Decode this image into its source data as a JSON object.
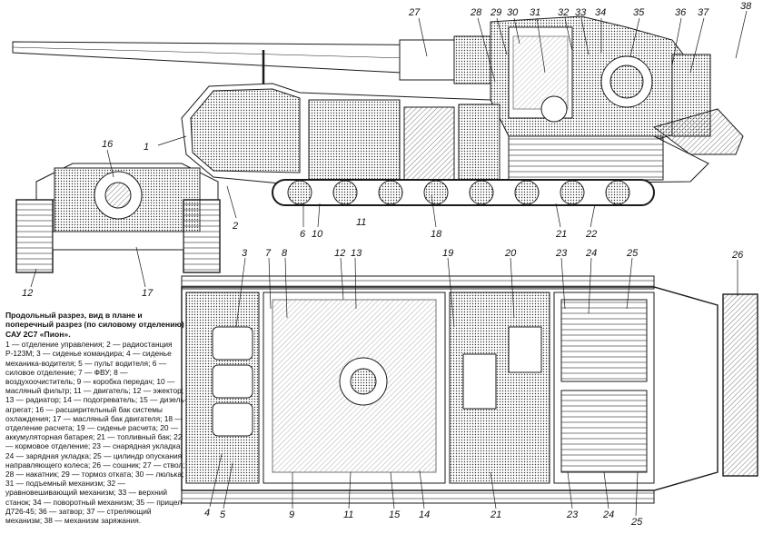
{
  "caption": {
    "title": "Продольный разрез, вид в плане и поперечный разрез (по силовому отделению) САУ 2С7 «Пион».",
    "legend": "1 — отделение управления; 2 — радиостанция Р-123М; 3 — сиденье командира; 4 — сиденье механика-водителя; 5 — пульт водителя; 6 — силовое отделение; 7 — ФВУ; 8 — воздухоочиститель; 9 — коробка передач; 10 — масляный фильтр; 11 — двигатель; 12 — эжектор; 13 — радиатор; 14 — подогреватель; 15 — дизель-агрегат; 16 — расширительный бак системы охлаждения; 17 — масляный бак двигателя; 18 — отделение расчета; 19 — сиденье расчета; 20 — аккумуляторная батарея; 21 — топливный бак; 22 — кормовое отделение; 23 — снарядная укладка; 24 — зарядная укладка; 25 — цилиндр опускания направляющего колеса; 26 — сошник; 27 — ствол; 28 — накатник; 29 — тормоз отката; 30 — люлька; 31 — подъемный механизм; 32 — уравновешивающий механизм; 33 — верхний станок; 34 — поворотный механизм; 35 — прицел Д726-45; 36 — затвор; 37 — стреляющий механизм; 38 — механизм заряжания."
  },
  "callouts": [
    {
      "id": "27",
      "label": "27"
    },
    {
      "id": "28",
      "label": "28"
    },
    {
      "id": "29",
      "label": "29"
    },
    {
      "id": "30",
      "label": "30"
    },
    {
      "id": "31",
      "label": "31"
    },
    {
      "id": "32",
      "label": "32"
    },
    {
      "id": "33",
      "label": "33"
    },
    {
      "id": "34",
      "label": "34"
    },
    {
      "id": "35",
      "label": "35"
    },
    {
      "id": "36",
      "label": "36"
    },
    {
      "id": "37",
      "label": "37"
    },
    {
      "id": "38",
      "label": "38"
    },
    {
      "id": "1",
      "label": "1"
    },
    {
      "id": "16",
      "label": "16"
    },
    {
      "id": "2",
      "label": "2"
    },
    {
      "id": "6",
      "label": "6"
    },
    {
      "id": "10",
      "label": "10"
    },
    {
      "id": "11t",
      "label": "11"
    },
    {
      "id": "18",
      "label": "18"
    },
    {
      "id": "21t",
      "label": "21"
    },
    {
      "id": "22",
      "label": "22"
    },
    {
      "id": "12l",
      "label": "12"
    },
    {
      "id": "17",
      "label": "17"
    },
    {
      "id": "3t",
      "label": "3"
    },
    {
      "id": "7",
      "label": "7"
    },
    {
      "id": "8",
      "label": "8"
    },
    {
      "id": "12p",
      "label": "12"
    },
    {
      "id": "13",
      "label": "13"
    },
    {
      "id": "19",
      "label": "19"
    },
    {
      "id": "20",
      "label": "20"
    },
    {
      "id": "23t",
      "label": "23"
    },
    {
      "id": "24t",
      "label": "24"
    },
    {
      "id": "25t",
      "label": "25"
    },
    {
      "id": "26",
      "label": "26"
    },
    {
      "id": "4",
      "label": "4"
    },
    {
      "id": "5",
      "label": "5"
    },
    {
      "id": "9",
      "label": "9"
    },
    {
      "id": "11b",
      "label": "11"
    },
    {
      "id": "15",
      "label": "15"
    },
    {
      "id": "14",
      "label": "14"
    },
    {
      "id": "21b",
      "label": "21"
    },
    {
      "id": "23b",
      "label": "23"
    },
    {
      "id": "24b",
      "label": "24"
    },
    {
      "id": "25b",
      "label": "25"
    }
  ],
  "colors": {
    "ink": "#1a1a1a",
    "paper": "#ffffff",
    "shade": "#bdbdbd",
    "mid": "#8a8a8a"
  }
}
